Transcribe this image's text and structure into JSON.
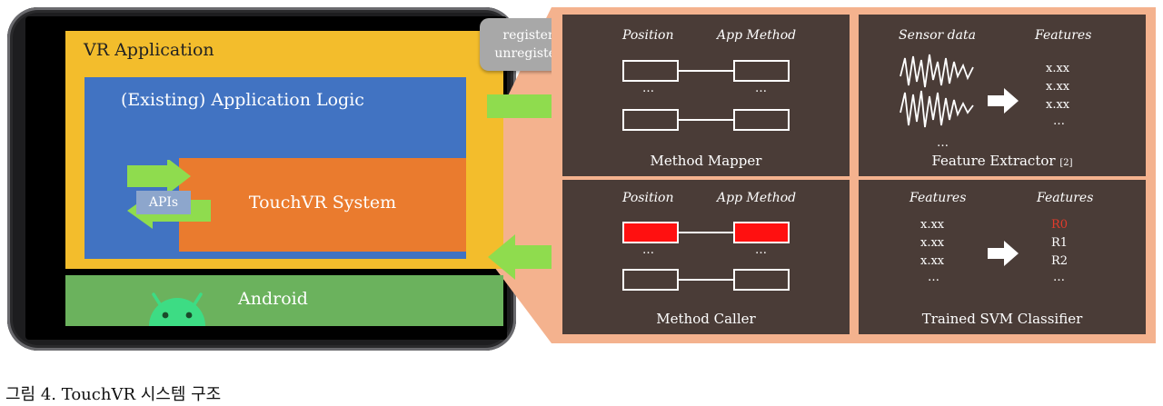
{
  "vr_application": {
    "title": "VR Application"
  },
  "app_logic": {
    "label": "(Existing) Application Logic"
  },
  "touchvr_system": {
    "label": "TouchVR System",
    "apis_label": "APIs"
  },
  "android": {
    "label": "Android"
  },
  "register_pill": {
    "line1": "register()",
    "line2": "unregister()"
  },
  "method_mapper": {
    "col1": "Position",
    "col2": "App Method",
    "dots": "…",
    "caption": "Method Mapper"
  },
  "feature_extractor": {
    "col1": "Sensor data",
    "col2": "Features",
    "values": [
      "x.xx",
      "x.xx",
      "x.xx",
      "…"
    ],
    "dots": "…",
    "caption": "Feature Extractor",
    "caption_ref": "[2]"
  },
  "method_caller": {
    "col1": "Position",
    "col2": "App Method",
    "dots": "…",
    "caption": "Method Caller"
  },
  "svm_classifier": {
    "col1": "Features",
    "col2": "Features",
    "inputs": [
      "x.xx",
      "x.xx",
      "x.xx",
      "…"
    ],
    "outputs": [
      "R0",
      "R1",
      "R2",
      "…"
    ],
    "caption": "Trained SVM Classifier"
  },
  "figure_caption": "그림 4. TouchVR 시스템 구조",
  "colors": {
    "vr_app_bg": "#f3bd2c",
    "app_logic_bg": "#4173c2",
    "touchvr_bg": "#ea7b2e",
    "android_bg": "#6bb25d",
    "panel_bg": "#f4b28e",
    "cell_bg": "#4a3c37",
    "arrow_green": "#8fdc4e",
    "highlight_red": "#ff1010",
    "selected_output_red": "#e23b2b"
  }
}
